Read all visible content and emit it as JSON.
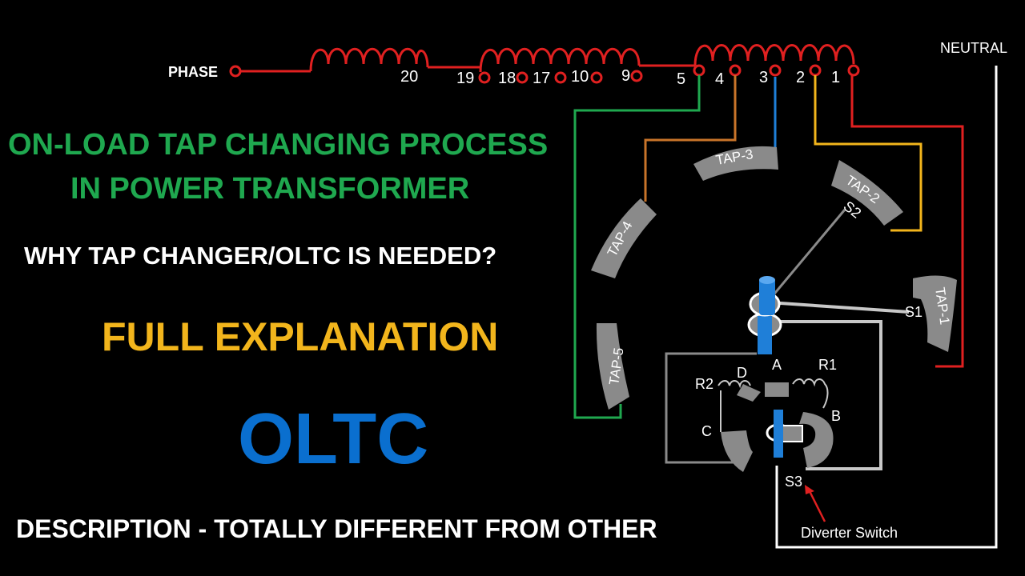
{
  "headline": {
    "line1": "ON-LOAD TAP CHANGING PROCESS",
    "line2": "IN POWER TRANSFORMER"
  },
  "question": "WHY TAP CHANGER/OLTC IS NEEDED?",
  "subtitle": "FULL EXPLANATION",
  "acronym": "OLTC",
  "description": "DESCRIPTION - TOTALLY DIFFERENT FROM OTHER",
  "diagram": {
    "phase_label": "PHASE",
    "neutral_label": "NEUTRAL",
    "winding_numbers": [
      "20",
      "19",
      "18",
      "17",
      "10",
      "9",
      "5",
      "4",
      "3",
      "2",
      "1"
    ],
    "taps": [
      "TAP-1",
      "TAP-2",
      "TAP-3",
      "TAP-4",
      "TAP-5"
    ],
    "selector_labels": [
      "S1",
      "S2",
      "S3"
    ],
    "diverter_labels": [
      "A",
      "B",
      "C",
      "D",
      "R1",
      "R2"
    ],
    "diverter_caption": "Diverter Switch"
  },
  "colors": {
    "headline": "#1fa84f",
    "subtitle": "#f2b51c",
    "acronym": "#0a6fcf",
    "winding": "#e02020",
    "tap5_wire": "#1fa84f",
    "tap4_wire": "#c8742a",
    "tap3_wire": "#1f7fd8",
    "tap2_wire": "#f2b51c",
    "tap1_wire": "#e02020",
    "contact_grey": "#8a8a8a"
  }
}
